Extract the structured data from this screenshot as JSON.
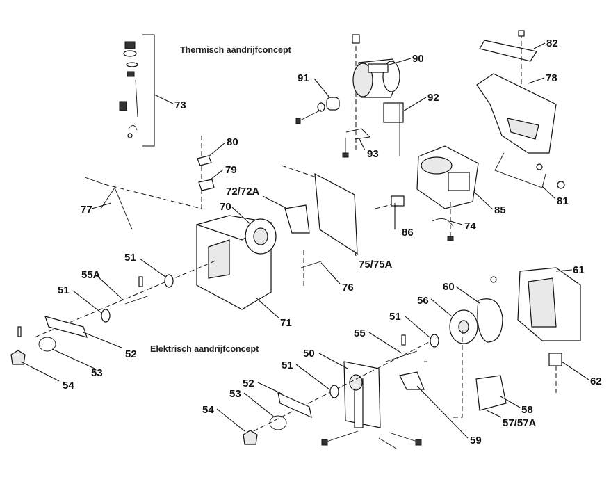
{
  "titles": {
    "thermal": "Thermisch aandrijfconcept",
    "electric": "Elektrisch aandrijfconcept"
  },
  "labels": {
    "p90": "90",
    "p91": "91",
    "p92": "92",
    "p93": "93",
    "p82": "82",
    "p78": "78",
    "p81": "81",
    "p73": "73",
    "p80": "80",
    "p79": "79",
    "p72": "72/72A",
    "p70": "70",
    "p77": "77",
    "p85": "85",
    "p86": "86",
    "p74": "74",
    "p51a": "51",
    "p55a": "55A",
    "p51b": "51",
    "p52a": "52",
    "p53a": "53",
    "p54a": "54",
    "p71": "71",
    "p75": "75/75A",
    "p76": "76",
    "p60": "60",
    "p56": "56",
    "p51c": "51",
    "p61": "61",
    "p55": "55",
    "p50": "50",
    "p51d": "51",
    "p52b": "52",
    "p53b": "53",
    "p54b": "54",
    "p62": "62",
    "p58": "58",
    "p57": "57/57A",
    "p59": "59"
  }
}
